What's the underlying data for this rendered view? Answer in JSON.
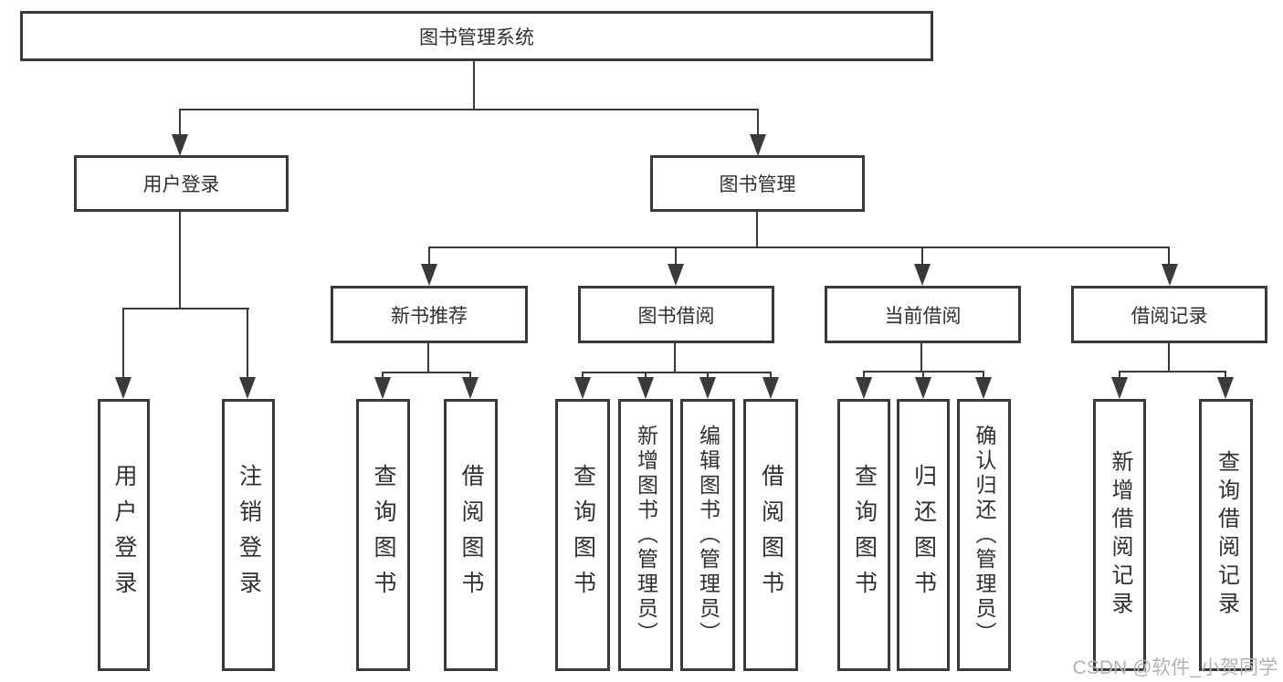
{
  "diagram": {
    "root": "图书管理系统",
    "level2": {
      "user_login": "用户登录",
      "book_mgmt": "图书管理"
    },
    "level3": {
      "new_books": "新书推荐",
      "book_borrow": "图书借阅",
      "current_borrow": "当前借阅",
      "borrow_records": "借阅记录"
    },
    "leaves": {
      "user_login": [
        "用户登录",
        "注销登录"
      ],
      "new_books": [
        "查询图书",
        "借阅图书"
      ],
      "book_borrow": [
        "查询图书",
        "新增图书（管理员）",
        "编辑图书（管理员）",
        "借阅图书"
      ],
      "current_borrow": [
        "查询图书",
        "归还图书",
        "确认归还（管理员）"
      ],
      "borrow_records": [
        "新增借阅记录",
        "查询借阅记录"
      ]
    }
  },
  "watermark": "CSDN @软件_小贺同学",
  "colors": {
    "line": "#3a3a3a",
    "text": "#303030",
    "box_fill": "#ffffff",
    "watermark": "#b3b3b3",
    "background": "#ffffff"
  }
}
